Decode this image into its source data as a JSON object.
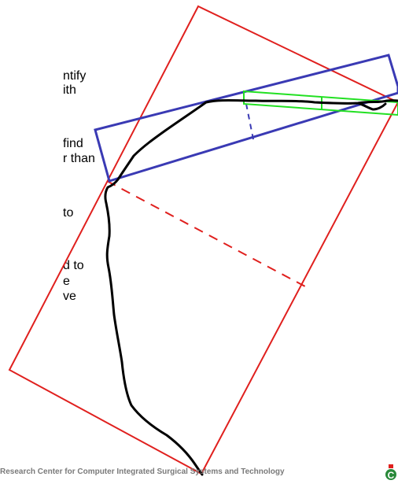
{
  "text_fragments": [
    "ntify",
    "ith",
    "find",
    "r than",
    "to",
    "d to",
    "e",
    "ve"
  ],
  "footer": "Research Center for Computer Integrated Surgical Systems and Technology",
  "logo_glyph": "C",
  "colors": {
    "outer_rectangle": "#e0201e",
    "blue_rectangle": "#3a3ab4",
    "green_rectangle": "#22e022",
    "contour": "#000000",
    "footer_text": "#7a7a7a"
  }
}
